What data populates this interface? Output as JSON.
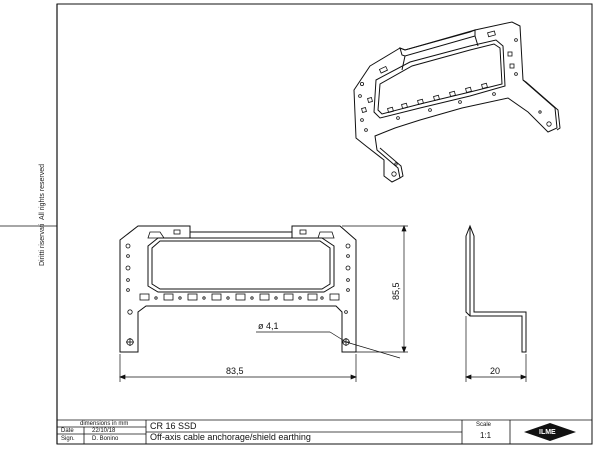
{
  "side_notes": {
    "left_text": "Diritti riservati",
    "right_text": "All rights reserved"
  },
  "dimensions": {
    "width": "83,5",
    "height": "85,5",
    "hole": "ø 4,1",
    "depth": "20"
  },
  "title_block": {
    "units_label": "dimensions in mm",
    "date_label": "Date",
    "date_value": "22/10/18",
    "sign_label": "Sign.",
    "sign_value": "D. Bonino",
    "code": "CR 16 SSD",
    "description": "Off-axis cable anchorage/shield earthing",
    "scale_label": "Scale",
    "scale_value": "1:1",
    "logo_text": "ILME"
  }
}
